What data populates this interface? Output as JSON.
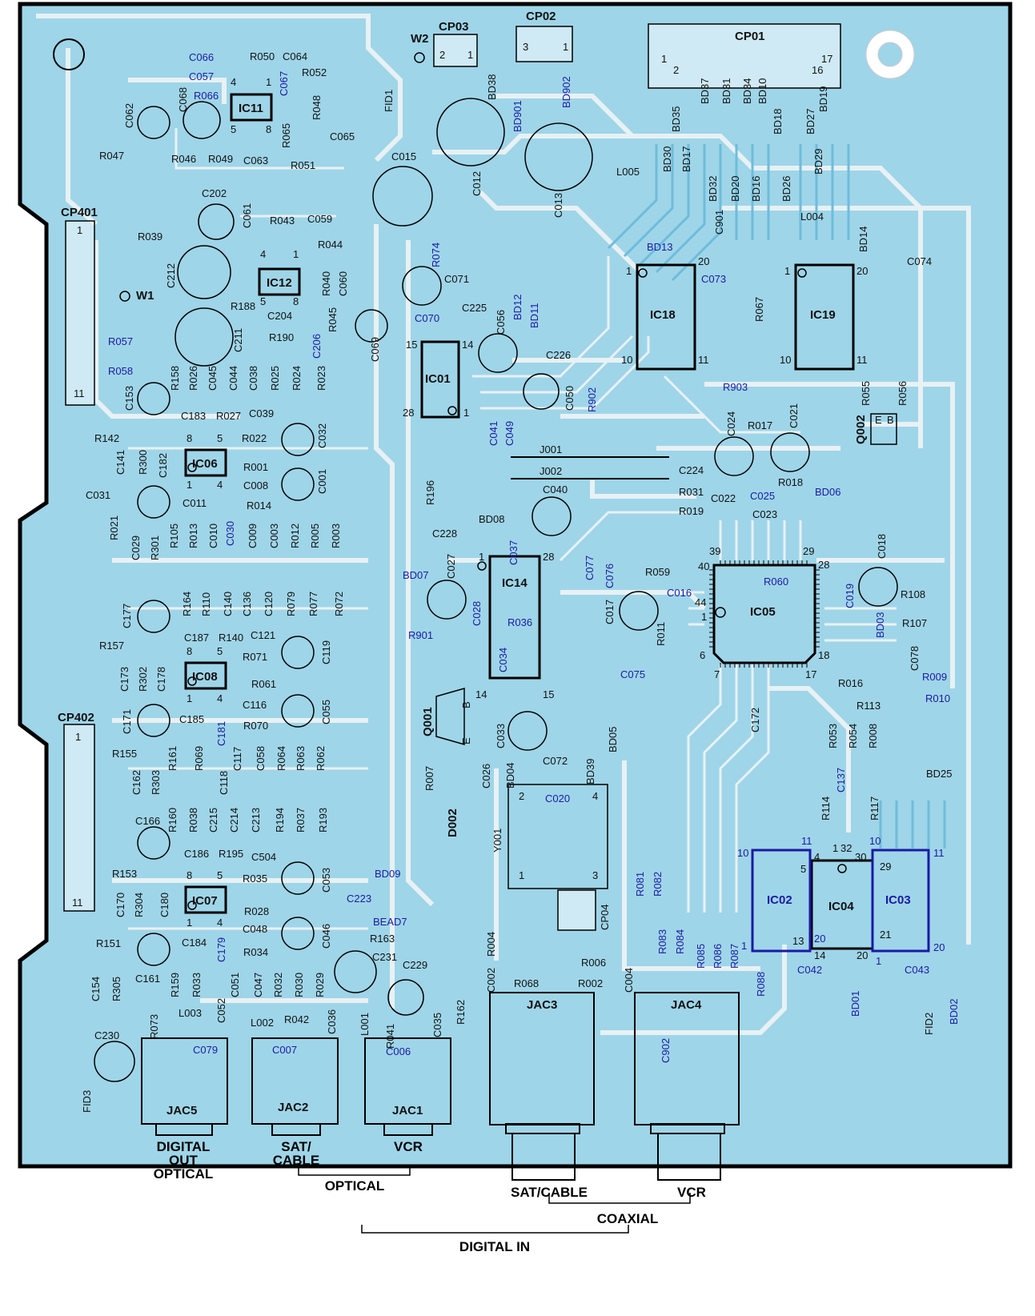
{
  "labels": {
    "connectors": {
      "cp01": "CP01",
      "cp02": "CP02",
      "cp03": "CP03",
      "w2": "W2",
      "w1": "W1",
      "cp401": "CP401",
      "cp402": "CP402",
      "cp04": "CP04"
    },
    "ics": {
      "ic11": "IC11",
      "ic12": "IC12",
      "ic06": "IC06",
      "ic08": "IC08",
      "ic07": "IC07",
      "ic01": "IC01",
      "ic14": "IC14",
      "ic18": "IC18",
      "ic19": "IC19",
      "ic05": "IC05",
      "ic02": "IC02",
      "ic04": "IC04",
      "ic03": "IC03"
    },
    "jacks": {
      "jac1": "JAC1",
      "jac2": "JAC2",
      "jac3": "JAC3",
      "jac4": "JAC4",
      "jac5": "JAC5"
    },
    "misc": {
      "y001": "Y001",
      "q001": "Q001",
      "q002": "Q002",
      "d002": "D002",
      "fid1": "FID1",
      "fid2": "FID2",
      "fid3": "FID3",
      "l004": "L004",
      "l005": "L005",
      "j001": "J001",
      "j002": "J002"
    },
    "caps": {
      "c015": "C015",
      "c012": "C012",
      "c013": "C013",
      "c202": "C202",
      "c212": "C212",
      "c211": "C211",
      "c071": "C071",
      "c069": "C069",
      "c050": "C050",
      "c056": "C056",
      "c024": "C024",
      "c021": "C021",
      "c018": "C018",
      "c017": "C017",
      "c040": "C040",
      "c027": "C027",
      "c033": "C033",
      "c229": "C229",
      "c231": "C231",
      "c230": "C230",
      "c062": "C062",
      "c068": "C068",
      "c153": "C153",
      "c032": "C032",
      "c001": "C001",
      "c182": "C182",
      "c177": "C177",
      "c119": "C119",
      "c171": "C171",
      "c055": "C055",
      "c166": "C166",
      "c053": "C053",
      "c161": "C161",
      "c046": "C046"
    },
    "blue": {
      "c066": "C066",
      "c057": "C057",
      "r066": "R066",
      "c067": "C067",
      "r074": "R074",
      "c070": "C070",
      "r057": "R057",
      "r058": "R058",
      "c206": "C206",
      "c030": "C030",
      "bd12": "BD12",
      "bd11": "BD11",
      "c041": "C041",
      "c049": "C049",
      "r902": "R902",
      "bd38": "BD38",
      "bd901": "BD901",
      "bd902": "BD902",
      "bd13": "BD13",
      "c073": "C073",
      "r903": "R903",
      "c025": "C025",
      "bd06": "BD06",
      "c019": "C019",
      "r060": "R060",
      "c016": "C016",
      "c037": "C037",
      "c077": "C077",
      "c076": "C076",
      "c028": "C028",
      "bd07": "BD07",
      "r036": "R036",
      "r901": "R901",
      "c034": "C034",
      "c075": "C075",
      "bd03": "BD03",
      "r107": "R107",
      "r009": "R009",
      "r010": "R010",
      "c181": "C181",
      "c179": "C179",
      "bd09": "BD09",
      "c223": "C223",
      "bead7": "BEAD7",
      "c020": "C020",
      "r081": "R081",
      "r082": "R082",
      "r083": "R083",
      "r084": "R084",
      "r085": "R085",
      "r086": "R086",
      "r087": "R087",
      "r088": "R088",
      "c137": "C137",
      "c042": "C042",
      "c043": "C043",
      "bd01": "BD01",
      "bd02": "BD02",
      "c079": "C079",
      "c007": "C007",
      "c006": "C006",
      "c902": "C902"
    },
    "small": {
      "r050": "R050",
      "c064": "C064",
      "r052": "R052",
      "r048": "R048",
      "r065": "R065",
      "c065": "C065",
      "r047": "R047",
      "r046": "R046",
      "r049": "R049",
      "c063": "C063",
      "r051": "R051",
      "r039": "R039",
      "c061": "C061",
      "r043": "R043",
      "c059": "C059",
      "r044": "R044",
      "r040": "R040",
      "c060": "C060",
      "r188": "R188",
      "c204": "C204",
      "r045": "R045",
      "r190": "R190",
      "r158": "R158",
      "r026": "R026",
      "c045": "C045",
      "c044": "C044",
      "c038": "C038",
      "r025": "R025",
      "r024": "R024",
      "r023": "R023",
      "c183": "C183",
      "r027": "R027",
      "c039": "C039",
      "r142": "R142",
      "c141": "C141",
      "r300": "R300",
      "r022": "R022",
      "r001": "R001",
      "c008": "C008",
      "r014": "R014",
      "c031": "C031",
      "c011": "C011",
      "r021": "R021",
      "c029": "C029",
      "r301": "R301",
      "r105": "R105",
      "r013": "R013",
      "c010": "C010",
      "c009": "C009",
      "c003": "C003",
      "r012": "R012",
      "r005": "R005",
      "r003": "R003",
      "r164": "R164",
      "r110": "R110",
      "c140": "C140",
      "c136": "C136",
      "c120": "C120",
      "r079": "R079",
      "r077": "R077",
      "r072": "R072",
      "r157": "R157",
      "c187": "C187",
      "r140": "R140",
      "c121": "C121",
      "r071": "R071",
      "c173": "C173",
      "r302": "R302",
      "c178": "C178",
      "r061": "R061",
      "c116": "C116",
      "c185": "C185",
      "r070": "R070",
      "r155": "R155",
      "r161": "R161",
      "r069": "R069",
      "c117": "C117",
      "c058": "C058",
      "r064": "R064",
      "r063": "R063",
      "r062": "R062",
      "c162": "C162",
      "r303": "R303",
      "c118": "C118",
      "r160": "R160",
      "r038": "R038",
      "c215": "C215",
      "c214": "C214",
      "c213": "C213",
      "r194": "R194",
      "r037": "R037",
      "r193": "R193",
      "c186": "C186",
      "r195": "R195",
      "c504": "C504",
      "r153": "R153",
      "r035": "R035",
      "c170": "C170",
      "r304": "R304",
      "c180": "C180",
      "r028": "R028",
      "c048": "C048",
      "r151": "R151",
      "c184": "C184",
      "r034": "R034",
      "c154": "C154",
      "r305": "R305",
      "r159": "R159",
      "r033": "R033",
      "c051": "C051",
      "c047": "C047",
      "r032": "R032",
      "r030": "R030",
      "r029": "R029",
      "r073": "R073",
      "l003": "L003",
      "c052": "C052",
      "l002": "L002",
      "r042": "R042",
      "c036": "C036",
      "l001": "L001",
      "r041": "R041",
      "c035": "C035",
      "r162": "R162",
      "r163": "R163",
      "r196": "R196",
      "c228": "C228",
      "bd08": "BD08",
      "r007": "R007",
      "c026": "C026",
      "bd04": "BD04",
      "c072": "C072",
      "bd39": "BD39",
      "bd05": "BD05",
      "r004": "R004",
      "c002": "C002",
      "r068": "R068",
      "r006": "R006",
      "r002": "R002",
      "c004": "C004",
      "c225": "C225",
      "c226": "C226",
      "c224": "C224",
      "r031": "R031",
      "r019": "R019",
      "c022": "C022",
      "c023": "C023",
      "r017": "R017",
      "r018": "R018",
      "r059": "R059",
      "r011": "R011",
      "r108": "R108",
      "c078": "C078",
      "c172": "C172",
      "r016": "R016",
      "r113": "R113",
      "r053": "R053",
      "r054": "R054",
      "r008": "R008",
      "r114": "R114",
      "r117": "R117",
      "bd25": "BD25",
      "r067": "R067",
      "r055": "R055",
      "r056": "R056",
      "c074": "C074",
      "c901": "C901",
      "bd14": "BD14",
      "bd35": "BD35",
      "bd37": "BD37",
      "bd31": "BD31",
      "bd34": "BD34",
      "bd10": "BD10",
      "bd18": "BD18",
      "bd27": "BD27",
      "bd19": "BD19",
      "bd30": "BD30",
      "bd17": "BD17",
      "bd32": "BD32",
      "bd20": "BD20",
      "bd16": "BD16",
      "bd26": "BD26",
      "bd29": "BD29"
    },
    "pins": {
      "p1": "1",
      "p2": "2",
      "p3": "3",
      "p4": "4",
      "p5": "5",
      "p8": "8",
      "p10": "10",
      "p11": "11",
      "p13": "13",
      "p14": "14",
      "p15": "15",
      "p16": "16",
      "p17": "17",
      "p18": "18",
      "p20": "20",
      "p21": "21",
      "p28": "28",
      "p29": "29",
      "p30": "30",
      "p32": "32",
      "p39": "39",
      "p40": "40",
      "p44": "44",
      "p6": "6",
      "p7": "7",
      "e": "E",
      "b": "B"
    }
  },
  "bottom": {
    "digital_out": "DIGITAL",
    "digital_out2": "OUT",
    "digital_out3": "OPTICAL",
    "sat_cable_opt": "SAT/",
    "sat_cable_opt2": "CABLE",
    "vcr_opt": "VCR",
    "optical": "OPTICAL",
    "sat_cable_coax": "SAT/CABLE",
    "vcr_coax": "VCR",
    "coaxial": "COAXIAL",
    "digital_in": "DIGITAL IN"
  },
  "colors": {
    "board": "#9fd5e8",
    "trace": "#e6eef2",
    "trace_blue": "#5fb3d6",
    "outline": "#000000",
    "blue_text": "#1a1aa6"
  }
}
